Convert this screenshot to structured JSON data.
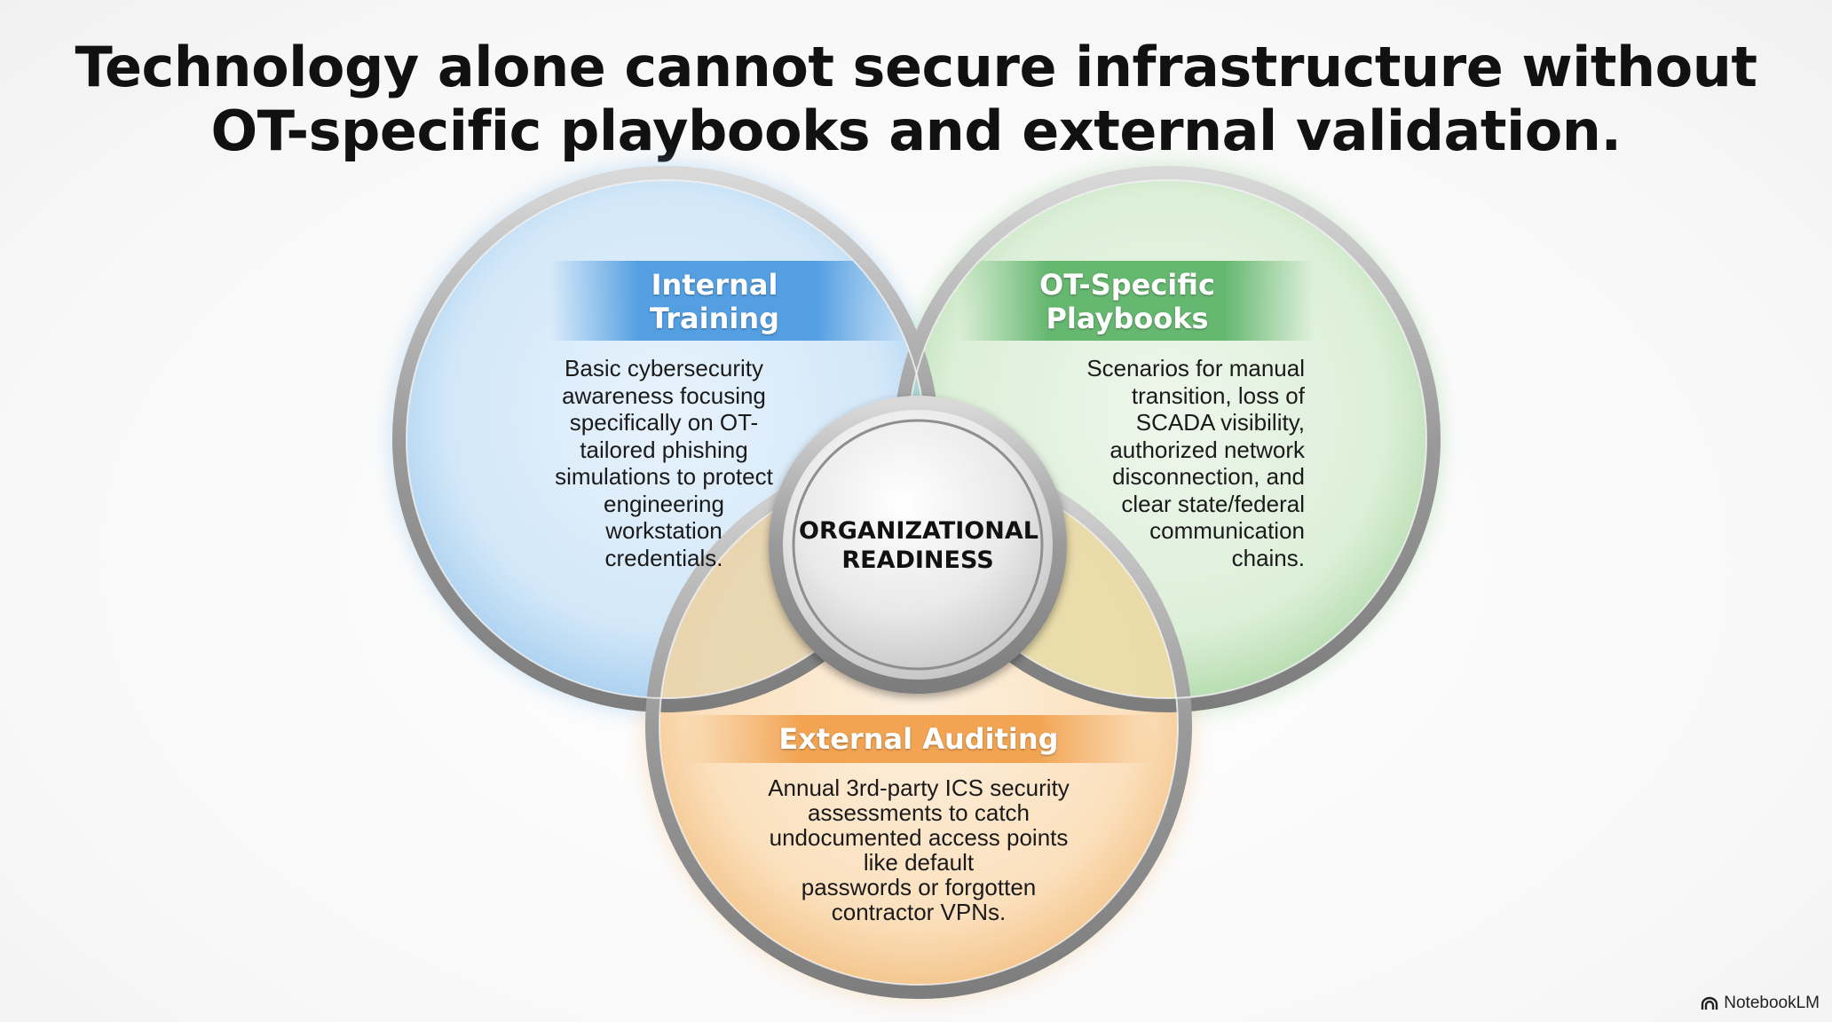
{
  "title": {
    "line1": "Technology alone cannot secure infrastructure without",
    "line2": "OT-specific playbooks and external validation."
  },
  "circles": {
    "internal_training": {
      "title_line1": "Internal",
      "title_line2": "Training",
      "text": "Basic cybersecurity\nawareness focusing\nspecifically on OT-\ntailored phishing\nsimulations to protect\nengineering\nworkstation\ncredentials.",
      "color": "#4d9be0"
    },
    "ot_playbooks": {
      "title_line1": "OT-Specific",
      "title_line2": "Playbooks",
      "text": "Scenarios for manual\ntransition, loss of\nSCADA visibility,\nauthorized network\ndisconnection, and\nclear state/federal\ncommunication\nchains.",
      "color": "#5fb46a"
    },
    "external_auditing": {
      "title": "External Auditing",
      "text": "Annual 3rd-party ICS security\nassessments to catch\nundocumented access points\nlike default\npasswords or forgotten\ncontractor VPNs.",
      "color": "#f1a04b"
    }
  },
  "center": {
    "line1": "ORGANIZATIONAL",
    "line2": "READINESS"
  },
  "brand": {
    "name": "NotebookLM",
    "icon": "notebooklm-logo-icon"
  }
}
